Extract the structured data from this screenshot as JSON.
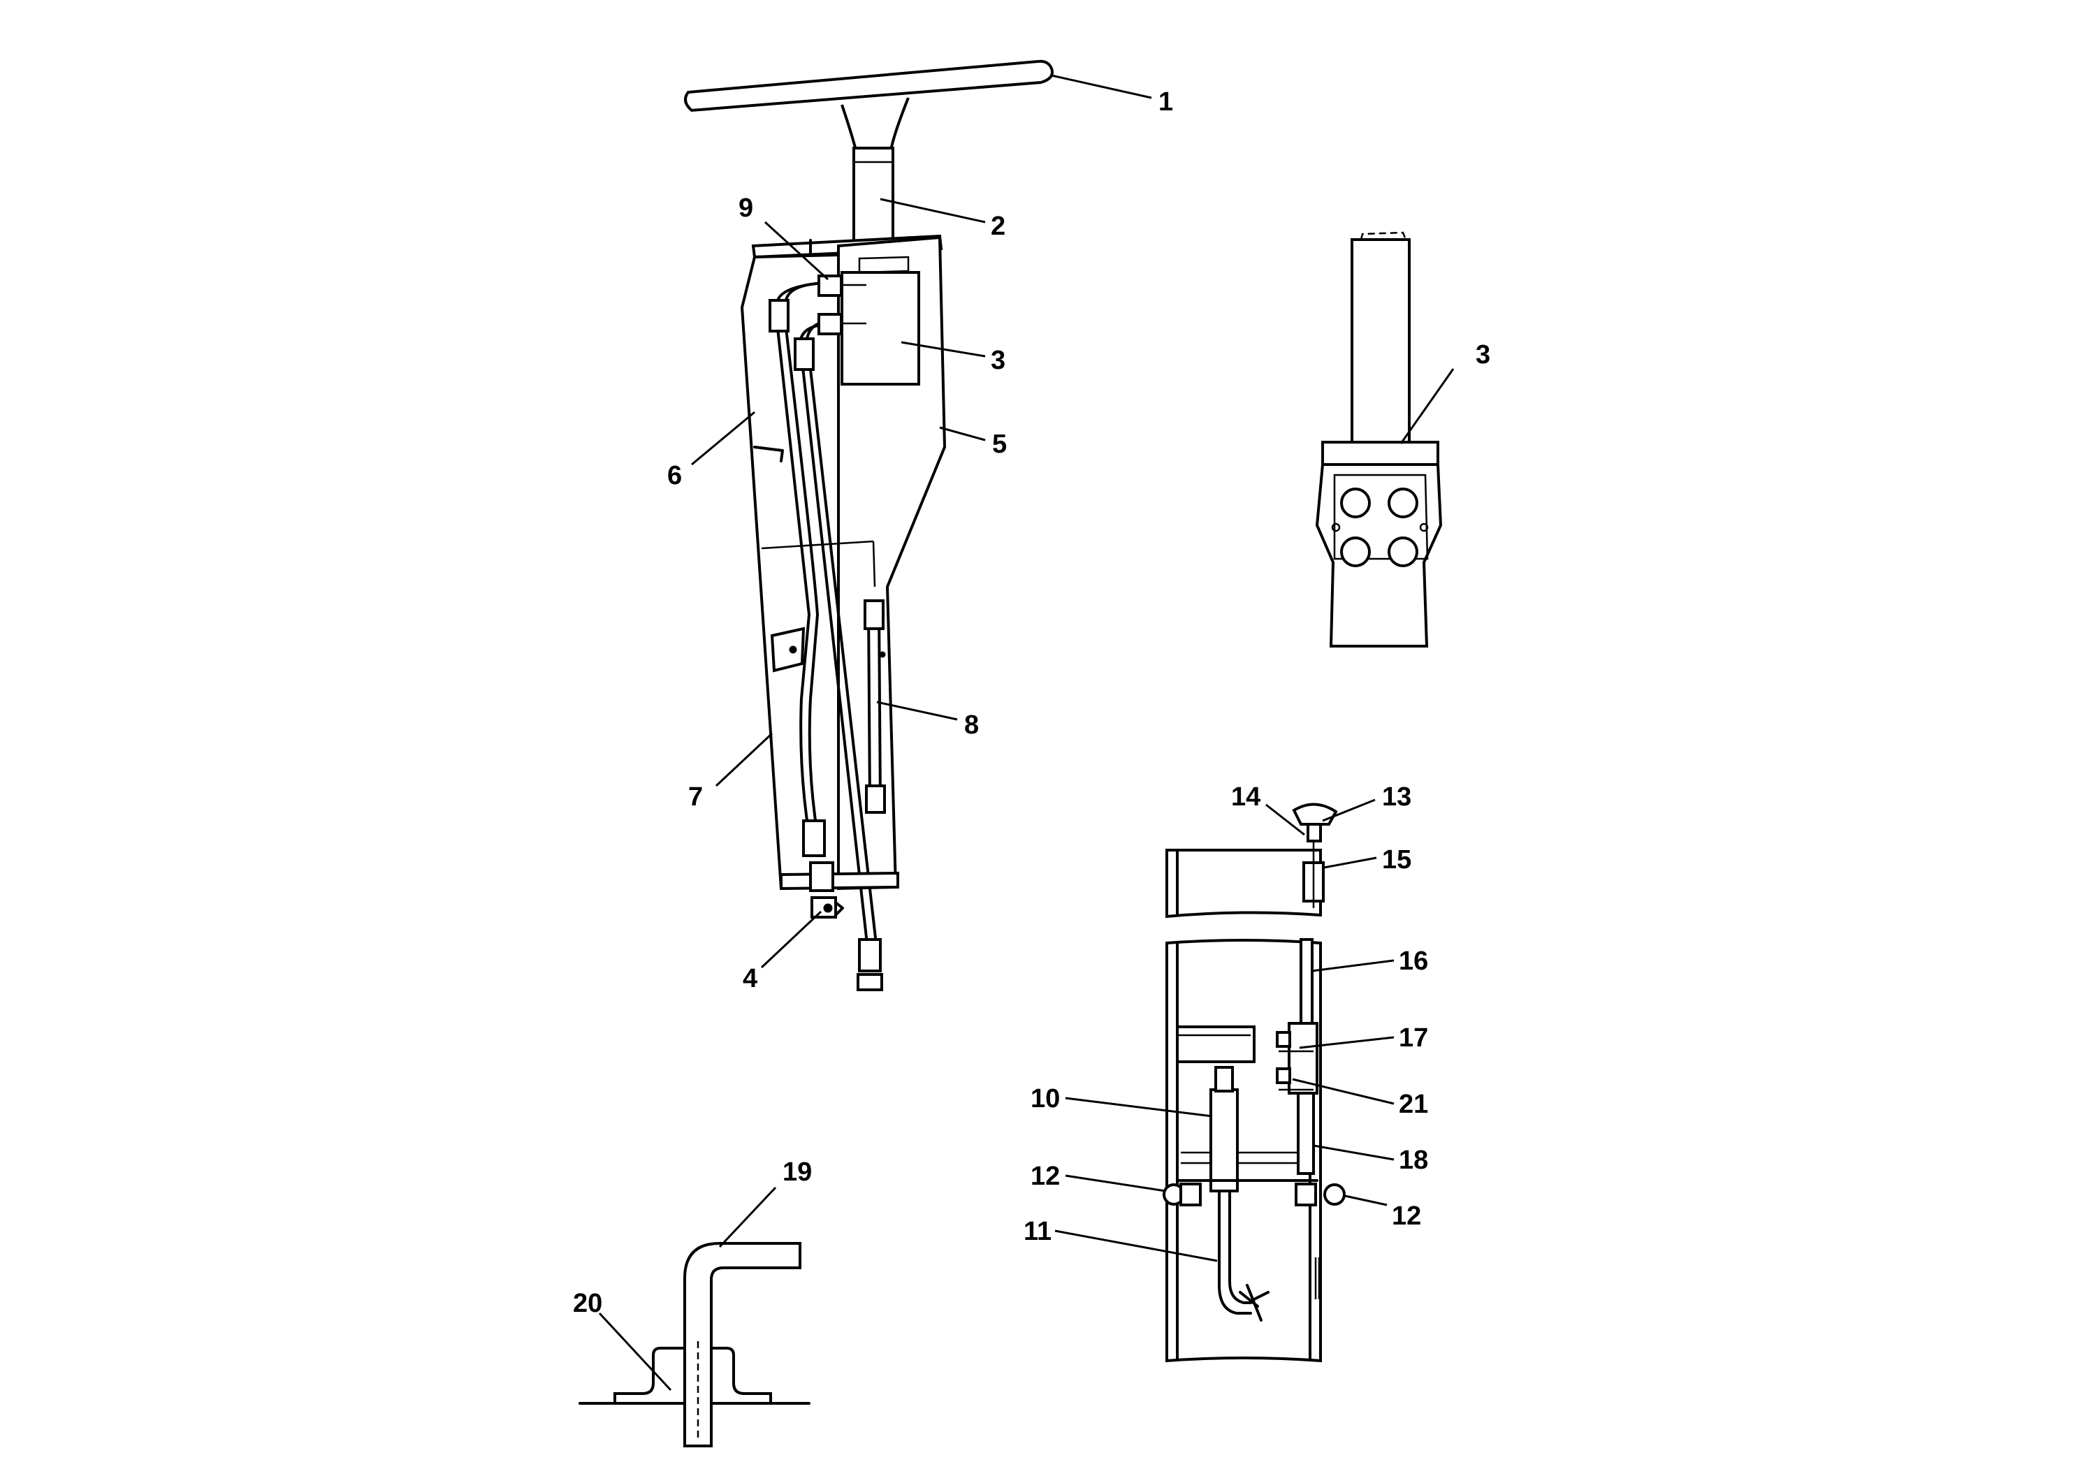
{
  "callouts": {
    "c1": "1",
    "c2": "2",
    "c3a": "3",
    "c3b": "3",
    "c4": "4",
    "c5": "5",
    "c6": "6",
    "c7": "7",
    "c8": "8",
    "c9": "9",
    "c10": "10",
    "c11": "11",
    "c12a": "12",
    "c12b": "12",
    "c13": "13",
    "c14": "14",
    "c15": "15",
    "c16": "16",
    "c17": "17",
    "c18": "18",
    "c19": "19",
    "c20": "20",
    "c21": "21"
  }
}
